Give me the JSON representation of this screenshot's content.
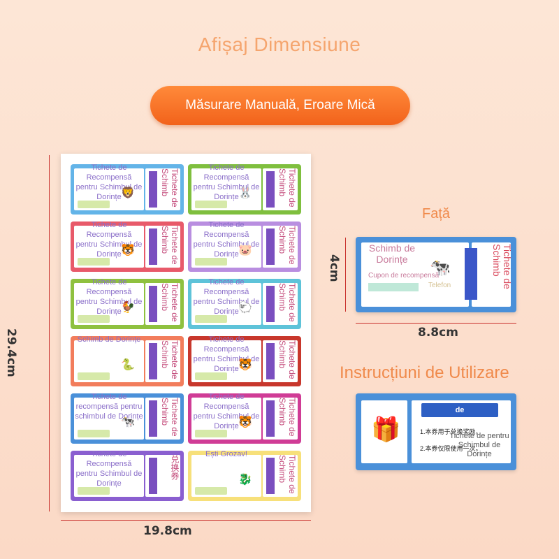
{
  "title": "Afișaj Dimensiune",
  "pill": "Măsurare Manuală, Eroare Mică",
  "dims": {
    "height": "29.4cm",
    "width": "19.8cm",
    "front_h": "4cm",
    "front_w": "8.8cm"
  },
  "labels": {
    "front": "Față",
    "usage": "Instrucțiuni de Utilizare"
  },
  "cards": [
    {
      "txt": "Tichete de Recompensă pentru Schimbul de Dorințe",
      "vt": "Tichete de Schimb",
      "color": "#63b4e8",
      "animal": "🦁"
    },
    {
      "txt": "Tichete de Recompensă pentru Schimbul de Dorințe",
      "vt": "Tichete de Schimb",
      "color": "#7fbf3e",
      "animal": "🐰"
    },
    {
      "txt": "Tichete de Recompensă pentru Schimbul de Dorințe",
      "vt": "Tichete de Schimb",
      "color": "#e85a6a",
      "animal": "🐯"
    },
    {
      "txt": "Tichete de Recompensă pentru Schimbul de Dorințe",
      "vt": "Tichete de Schimb",
      "color": "#b98ee0",
      "animal": "🐷"
    },
    {
      "txt": "Tichete de Recompensă pentru Schimbul de Dorințe",
      "vt": "Tichete de Schimb",
      "color": "#8fc13f",
      "animal": "🐓"
    },
    {
      "txt": "Tichete de Recompensă pentru Schimbul de Dorințe",
      "vt": "Tichete de Schimb",
      "color": "#5ec3d9",
      "animal": "🐑"
    },
    {
      "txt": "Schimb de Dorințe",
      "vt": "Tichete de Schimb",
      "color": "#f27d5c",
      "animal": "🐍"
    },
    {
      "txt": "Tichete de Recompensă pentru Schimbul de Dorințe",
      "vt": "Tichete de Schimb",
      "color": "#c8372c",
      "animal": "🐯"
    },
    {
      "txt": "Tichete de recompensă pentru schimbul de Dorințe",
      "vt": "Tichete de Schimb",
      "color": "#4a90d9",
      "animal": "🐄"
    },
    {
      "txt": "Tichete de Recompensă pentru Schimbul de Dorințe",
      "vt": "Tichete de Schimb",
      "color": "#d03c96",
      "animal": "🐯"
    },
    {
      "txt": "Tichete de Recompensă pentru Schimbul de Dorințe",
      "vt": "兑换券",
      "color": "#8a5fd0",
      "animal": ""
    },
    {
      "txt": "Ești Grozav!",
      "vt": "Tichete de Schimb",
      "color": "#f7e07a",
      "animal": "🐉"
    }
  ],
  "front": {
    "t1": "Schimb de Dorințe",
    "t2": "Cupon de recompensă",
    "tel": "Telefon",
    "vt": "Tichete de Schimb"
  },
  "back": {
    "head": "de",
    "rule1": "1.本券用于兑换奖励。",
    "rule2": "2.本券仅限使用一次。",
    "overlay": "Tichete de pentru Schimbul de Dorințe"
  }
}
